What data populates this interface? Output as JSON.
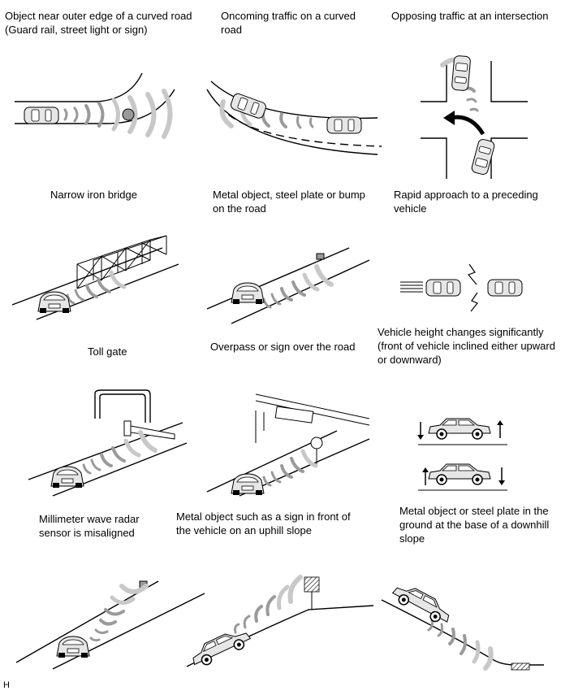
{
  "captions": {
    "c1": "Object near outer edge of a curved road (Guard rail, street light or sign)",
    "c2": "Oncoming traffic on a curved road",
    "c3": "Opposing traffic at an intersection",
    "c4": "Narrow iron bridge",
    "c5": "Metal object, steel plate or bump on the road",
    "c6": "Rapid approach to a preceding vehicle",
    "c7": "Toll gate",
    "c8": "Overpass or sign over the road",
    "c9": "Vehicle height changes significantly (front of vehicle inclined either upward or downward)",
    "c10": "Millimeter wave radar sensor is misaligned",
    "c11": "Metal object such as a sign in front of the vehicle on an uphill slope",
    "c12": "Metal object or steel plate in the ground at the base of a downhill slope"
  },
  "footer": "H",
  "icons": [
    "car-icon",
    "radar-wave-icon",
    "arrow-icon"
  ]
}
